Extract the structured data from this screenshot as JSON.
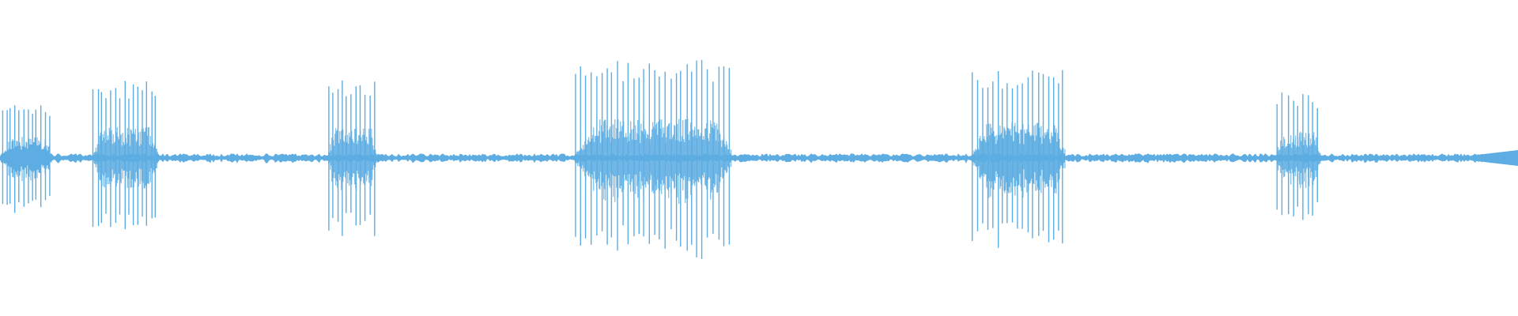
{
  "waveform": {
    "color": "#5DADE2",
    "background": "#FFFFFF",
    "noise_floor_amplitude": 0.03,
    "bursts": [
      {
        "start": 0.0,
        "end": 0.034,
        "amplitude": 0.42,
        "pulses": 12
      },
      {
        "start": 0.06,
        "end": 0.104,
        "amplitude": 0.62,
        "pulses": 15
      },
      {
        "start": 0.215,
        "end": 0.248,
        "amplitude": 0.62,
        "pulses": 11
      },
      {
        "start": 0.377,
        "end": 0.482,
        "amplitude": 0.78,
        "pulses": 30
      },
      {
        "start": 0.639,
        "end": 0.702,
        "amplitude": 0.7,
        "pulses": 19
      },
      {
        "start": 0.84,
        "end": 0.87,
        "amplitude": 0.52,
        "pulses": 9
      }
    ]
  }
}
